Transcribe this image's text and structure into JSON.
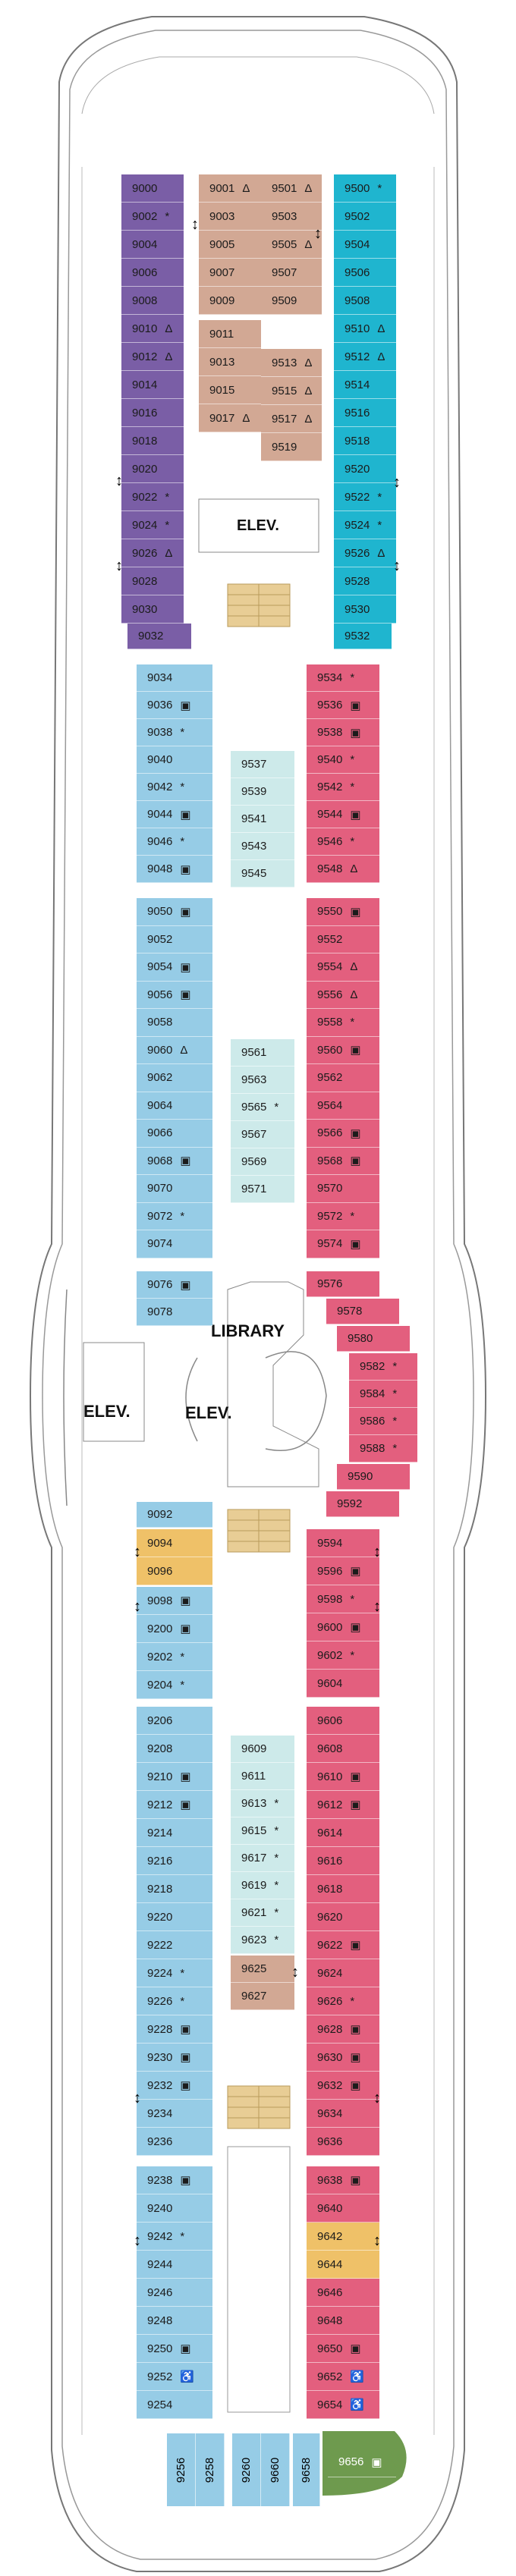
{
  "labels": {
    "elev_top": "ELEV.",
    "library": "LIBRARY",
    "elev_left": "ELEV.",
    "elev_center": "ELEV."
  },
  "legend_symbols": {
    "star": "*",
    "delta": "Δ",
    "updown": "↕",
    "accessible": "♿",
    "sofa": "▣"
  },
  "colors": {
    "purple": "#7a5ea6",
    "tan": "#d2a894",
    "teal": "#1fb5cf",
    "lightblue": "#96cce6",
    "palecyan": "#cdeaea",
    "pink": "#e35f7e",
    "orange": "#efc168",
    "green": "#6e9a4e",
    "hull": "#6b6b6b"
  },
  "cabins": {
    "c9000": "9000",
    "c9002": "9002",
    "c9004": "9004",
    "c9006": "9006",
    "c9008": "9008",
    "c9010": "9010",
    "c9012": "9012",
    "c9014": "9014",
    "c9016": "9016",
    "c9018": "9018",
    "c9020": "9020",
    "c9022": "9022",
    "c9024": "9024",
    "c9026": "9026",
    "c9028": "9028",
    "c9030": "9030",
    "c9032": "9032",
    "c9001": "9001",
    "c9003": "9003",
    "c9005": "9005",
    "c9007": "9007",
    "c9009": "9009",
    "c9011": "9011",
    "c9013": "9013",
    "c9015": "9015",
    "c9017": "9017",
    "c9501": "9501",
    "c9503": "9503",
    "c9505": "9505",
    "c9507": "9507",
    "c9509": "9509",
    "c9513": "9513",
    "c9515": "9515",
    "c9517": "9517",
    "c9519": "9519",
    "c9500": "9500",
    "c9502": "9502",
    "c9504": "9504",
    "c9506": "9506",
    "c9508": "9508",
    "c9510": "9510",
    "c9512": "9512",
    "c9514": "9514",
    "c9516": "9516",
    "c9518": "9518",
    "c9520": "9520",
    "c9522": "9522",
    "c9524": "9524",
    "c9526": "9526",
    "c9528": "9528",
    "c9530": "9530",
    "c9532": "9532",
    "c9034": "9034",
    "c9036": "9036",
    "c9038": "9038",
    "c9040": "9040",
    "c9042": "9042",
    "c9044": "9044",
    "c9046": "9046",
    "c9048": "9048",
    "c9050": "9050",
    "c9052": "9052",
    "c9054": "9054",
    "c9056": "9056",
    "c9058": "9058",
    "c9060": "9060",
    "c9062": "9062",
    "c9064": "9064",
    "c9066": "9066",
    "c9068": "9068",
    "c9070": "9070",
    "c9072": "9072",
    "c9074": "9074",
    "c9076": "9076",
    "c9078": "9078",
    "c9537": "9537",
    "c9539": "9539",
    "c9541": "9541",
    "c9543": "9543",
    "c9545": "9545",
    "c9561": "9561",
    "c9563": "9563",
    "c9565": "9565",
    "c9567": "9567",
    "c9569": "9569",
    "c9571": "9571",
    "c9534": "9534",
    "c9536": "9536",
    "c9538": "9538",
    "c9540": "9540",
    "c9542": "9542",
    "c9544": "9544",
    "c9546": "9546",
    "c9548": "9548",
    "c9550": "9550",
    "c9552": "9552",
    "c9554": "9554",
    "c9556": "9556",
    "c9558": "9558",
    "c9560": "9560",
    "c9562": "9562",
    "c9564": "9564",
    "c9566": "9566",
    "c9568": "9568",
    "c9570": "9570",
    "c9572": "9572",
    "c9574": "9574",
    "c9576": "9576",
    "c9578": "9578",
    "c9580": "9580",
    "c9582": "9582",
    "c9584": "9584",
    "c9586": "9586",
    "c9588": "9588",
    "c9590": "9590",
    "c9592": "9592",
    "c9092": "9092",
    "c9094": "9094",
    "c9096": "9096",
    "c9098": "9098",
    "c9200": "9200",
    "c9202": "9202",
    "c9204": "9204",
    "c9206": "9206",
    "c9208": "9208",
    "c9210": "9210",
    "c9212": "9212",
    "c9214": "9214",
    "c9216": "9216",
    "c9218": "9218",
    "c9220": "9220",
    "c9222": "9222",
    "c9224": "9224",
    "c9226": "9226",
    "c9228": "9228",
    "c9230": "9230",
    "c9232": "9232",
    "c9234": "9234",
    "c9236": "9236",
    "c9238": "9238",
    "c9240": "9240",
    "c9242": "9242",
    "c9244": "9244",
    "c9246": "9246",
    "c9248": "9248",
    "c9250": "9250",
    "c9252": "9252",
    "c9254": "9254",
    "c9609": "9609",
    "c9611": "9611",
    "c9613": "9613",
    "c9615": "9615",
    "c9617": "9617",
    "c9619": "9619",
    "c9621": "9621",
    "c9623": "9623",
    "c9625": "9625",
    "c9627": "9627",
    "c9594": "9594",
    "c9596": "9596",
    "c9598": "9598",
    "c9600": "9600",
    "c9602": "9602",
    "c9604": "9604",
    "c9606": "9606",
    "c9608": "9608",
    "c9610": "9610",
    "c9612": "9612",
    "c9614": "9614",
    "c9616": "9616",
    "c9618": "9618",
    "c9620": "9620",
    "c9622": "9622",
    "c9624": "9624",
    "c9626": "9626",
    "c9628": "9628",
    "c9630": "9630",
    "c9632": "9632",
    "c9634": "9634",
    "c9636": "9636",
    "c9638": "9638",
    "c9640": "9640",
    "c9642": "9642",
    "c9644": "9644",
    "c9646": "9646",
    "c9648": "9648",
    "c9650": "9650",
    "c9652": "9652",
    "c9654": "9654",
    "c9656": "9656",
    "c9256": "9256",
    "c9258": "9258",
    "c9260": "9260",
    "c9660": "9660",
    "c9658": "9658"
  }
}
